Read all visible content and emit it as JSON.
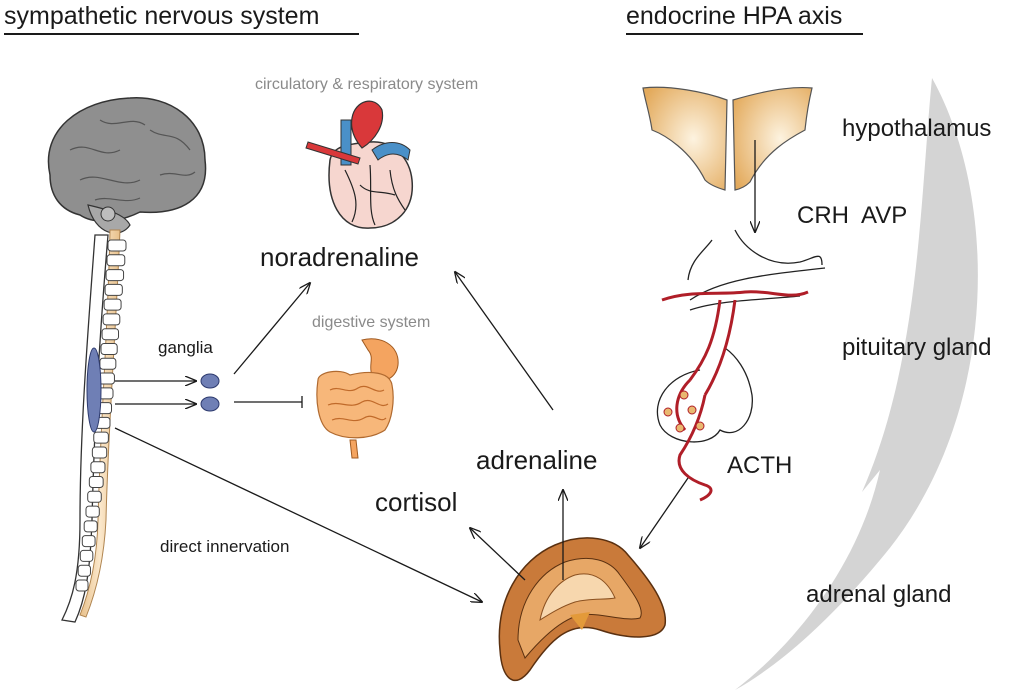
{
  "headings": {
    "left": "sympathetic nervous  system",
    "right": "endocrine HPA axis"
  },
  "labels": {
    "circulatory": "circulatory & respiratory system",
    "noradrenaline": "noradrenaline",
    "digestive": "digestive system",
    "ganglia": "ganglia",
    "direct_innervation": "direct innervation",
    "adrenaline": "adrenaline",
    "cortisol": "cortisol",
    "hypothalamus": "hypothalamus",
    "crh_avp": "CRH  AVP",
    "pituitary": "pituitary gland",
    "acth": "ACTH",
    "adrenal": "adrenal gland"
  },
  "colors": {
    "brain": "#8c8c8c",
    "spine_cord": "#f1d4a8",
    "ganglia": "#6f7fb5",
    "heart_red": "#d9383a",
    "heart_blue": "#4a90c8",
    "heart_pale": "#f6d6cf",
    "gut": "#f4a460",
    "hypothalamus": "#e9b870",
    "blood_vessel": "#b01e28",
    "adrenal_outer": "#c97a3a",
    "adrenal_inner": "#f2c08a",
    "flow_arrow": "#d0d0d0",
    "text_grey": "#8a8a8a"
  }
}
